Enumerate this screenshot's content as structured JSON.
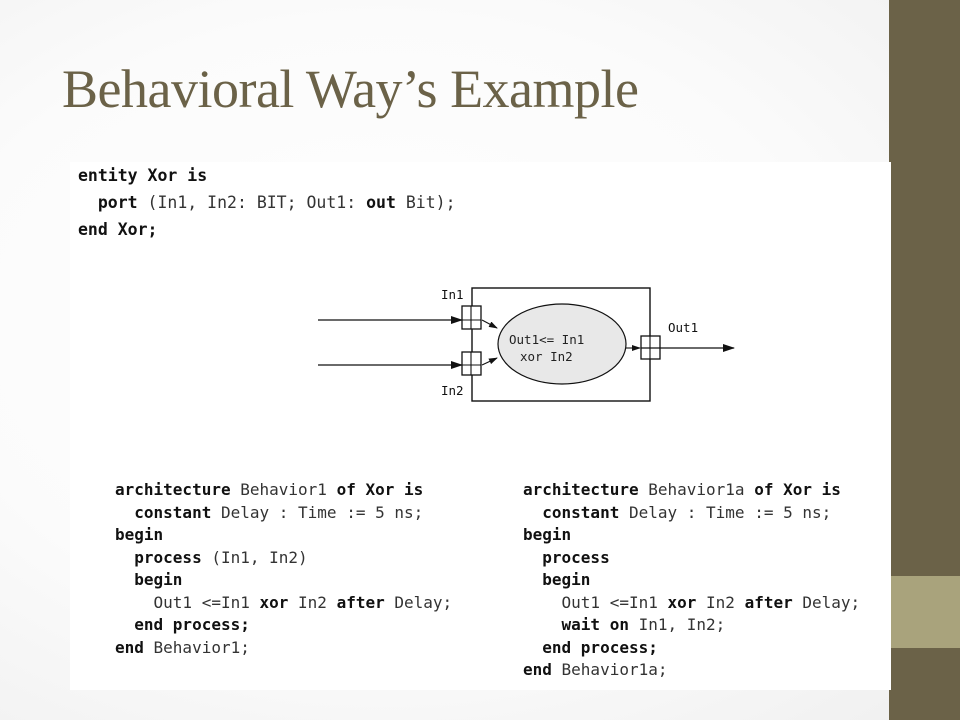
{
  "slide": {
    "title": "Behavioral Way’s Example",
    "colors": {
      "title": "#6b6248",
      "sidebar": "#6b6248",
      "sidebar_accent": "#a9a37c"
    }
  },
  "entity_code": [
    [
      [
        "kw",
        "entity Xor is"
      ]
    ],
    [
      [
        "kw",
        "  port "
      ],
      [
        "tx",
        "(In1, In2: BIT; Out1: "
      ],
      [
        "kw",
        "out "
      ],
      [
        "tx",
        "Bit);"
      ]
    ],
    [
      [
        "kw",
        "end Xor;"
      ]
    ]
  ],
  "diagram": {
    "input_1": "In1",
    "input_2": "In2",
    "output": "Out1",
    "process_line_1": "Out1<= In1",
    "process_line_2": "xor In2"
  },
  "architecture_1": [
    [
      [
        "kw",
        "architecture "
      ],
      [
        "tx",
        "Behavior1 "
      ],
      [
        "kw",
        "of Xor is"
      ]
    ],
    [
      [
        "kw",
        "  constant "
      ],
      [
        "tx",
        "Delay : Time := 5 ns;"
      ]
    ],
    [
      [
        "kw",
        "begin"
      ]
    ],
    [
      [
        "kw",
        "  process "
      ],
      [
        "tx",
        "(In1, In2)"
      ]
    ],
    [
      [
        "kw",
        "  begin"
      ]
    ],
    [
      [
        "tx",
        "    Out1 <=In1 "
      ],
      [
        "kw",
        "xor "
      ],
      [
        "tx",
        "In2 "
      ],
      [
        "kw",
        "after "
      ],
      [
        "tx",
        "Delay;"
      ]
    ],
    [
      [
        "kw",
        "  end process;"
      ]
    ],
    [
      [
        "kw",
        "end "
      ],
      [
        "tx",
        "Behavior1;"
      ]
    ]
  ],
  "architecture_2": [
    [
      [
        "kw",
        "architecture "
      ],
      [
        "tx",
        "Behavior1a "
      ],
      [
        "kw",
        "of Xor is"
      ]
    ],
    [
      [
        "kw",
        "  constant "
      ],
      [
        "tx",
        "Delay : Time := 5 ns;"
      ]
    ],
    [
      [
        "kw",
        "begin"
      ]
    ],
    [
      [
        "kw",
        "  process"
      ]
    ],
    [
      [
        "kw",
        "  begin"
      ]
    ],
    [
      [
        "tx",
        "    Out1 <=In1 "
      ],
      [
        "kw",
        "xor "
      ],
      [
        "tx",
        "In2 "
      ],
      [
        "kw",
        "after "
      ],
      [
        "tx",
        "Delay;"
      ]
    ],
    [
      [
        "kw",
        "    wait on "
      ],
      [
        "tx",
        "In1, In2;"
      ]
    ],
    [
      [
        "kw",
        "  end process;"
      ]
    ],
    [
      [
        "kw",
        "end "
      ],
      [
        "tx",
        "Behavior1a;"
      ]
    ]
  ]
}
